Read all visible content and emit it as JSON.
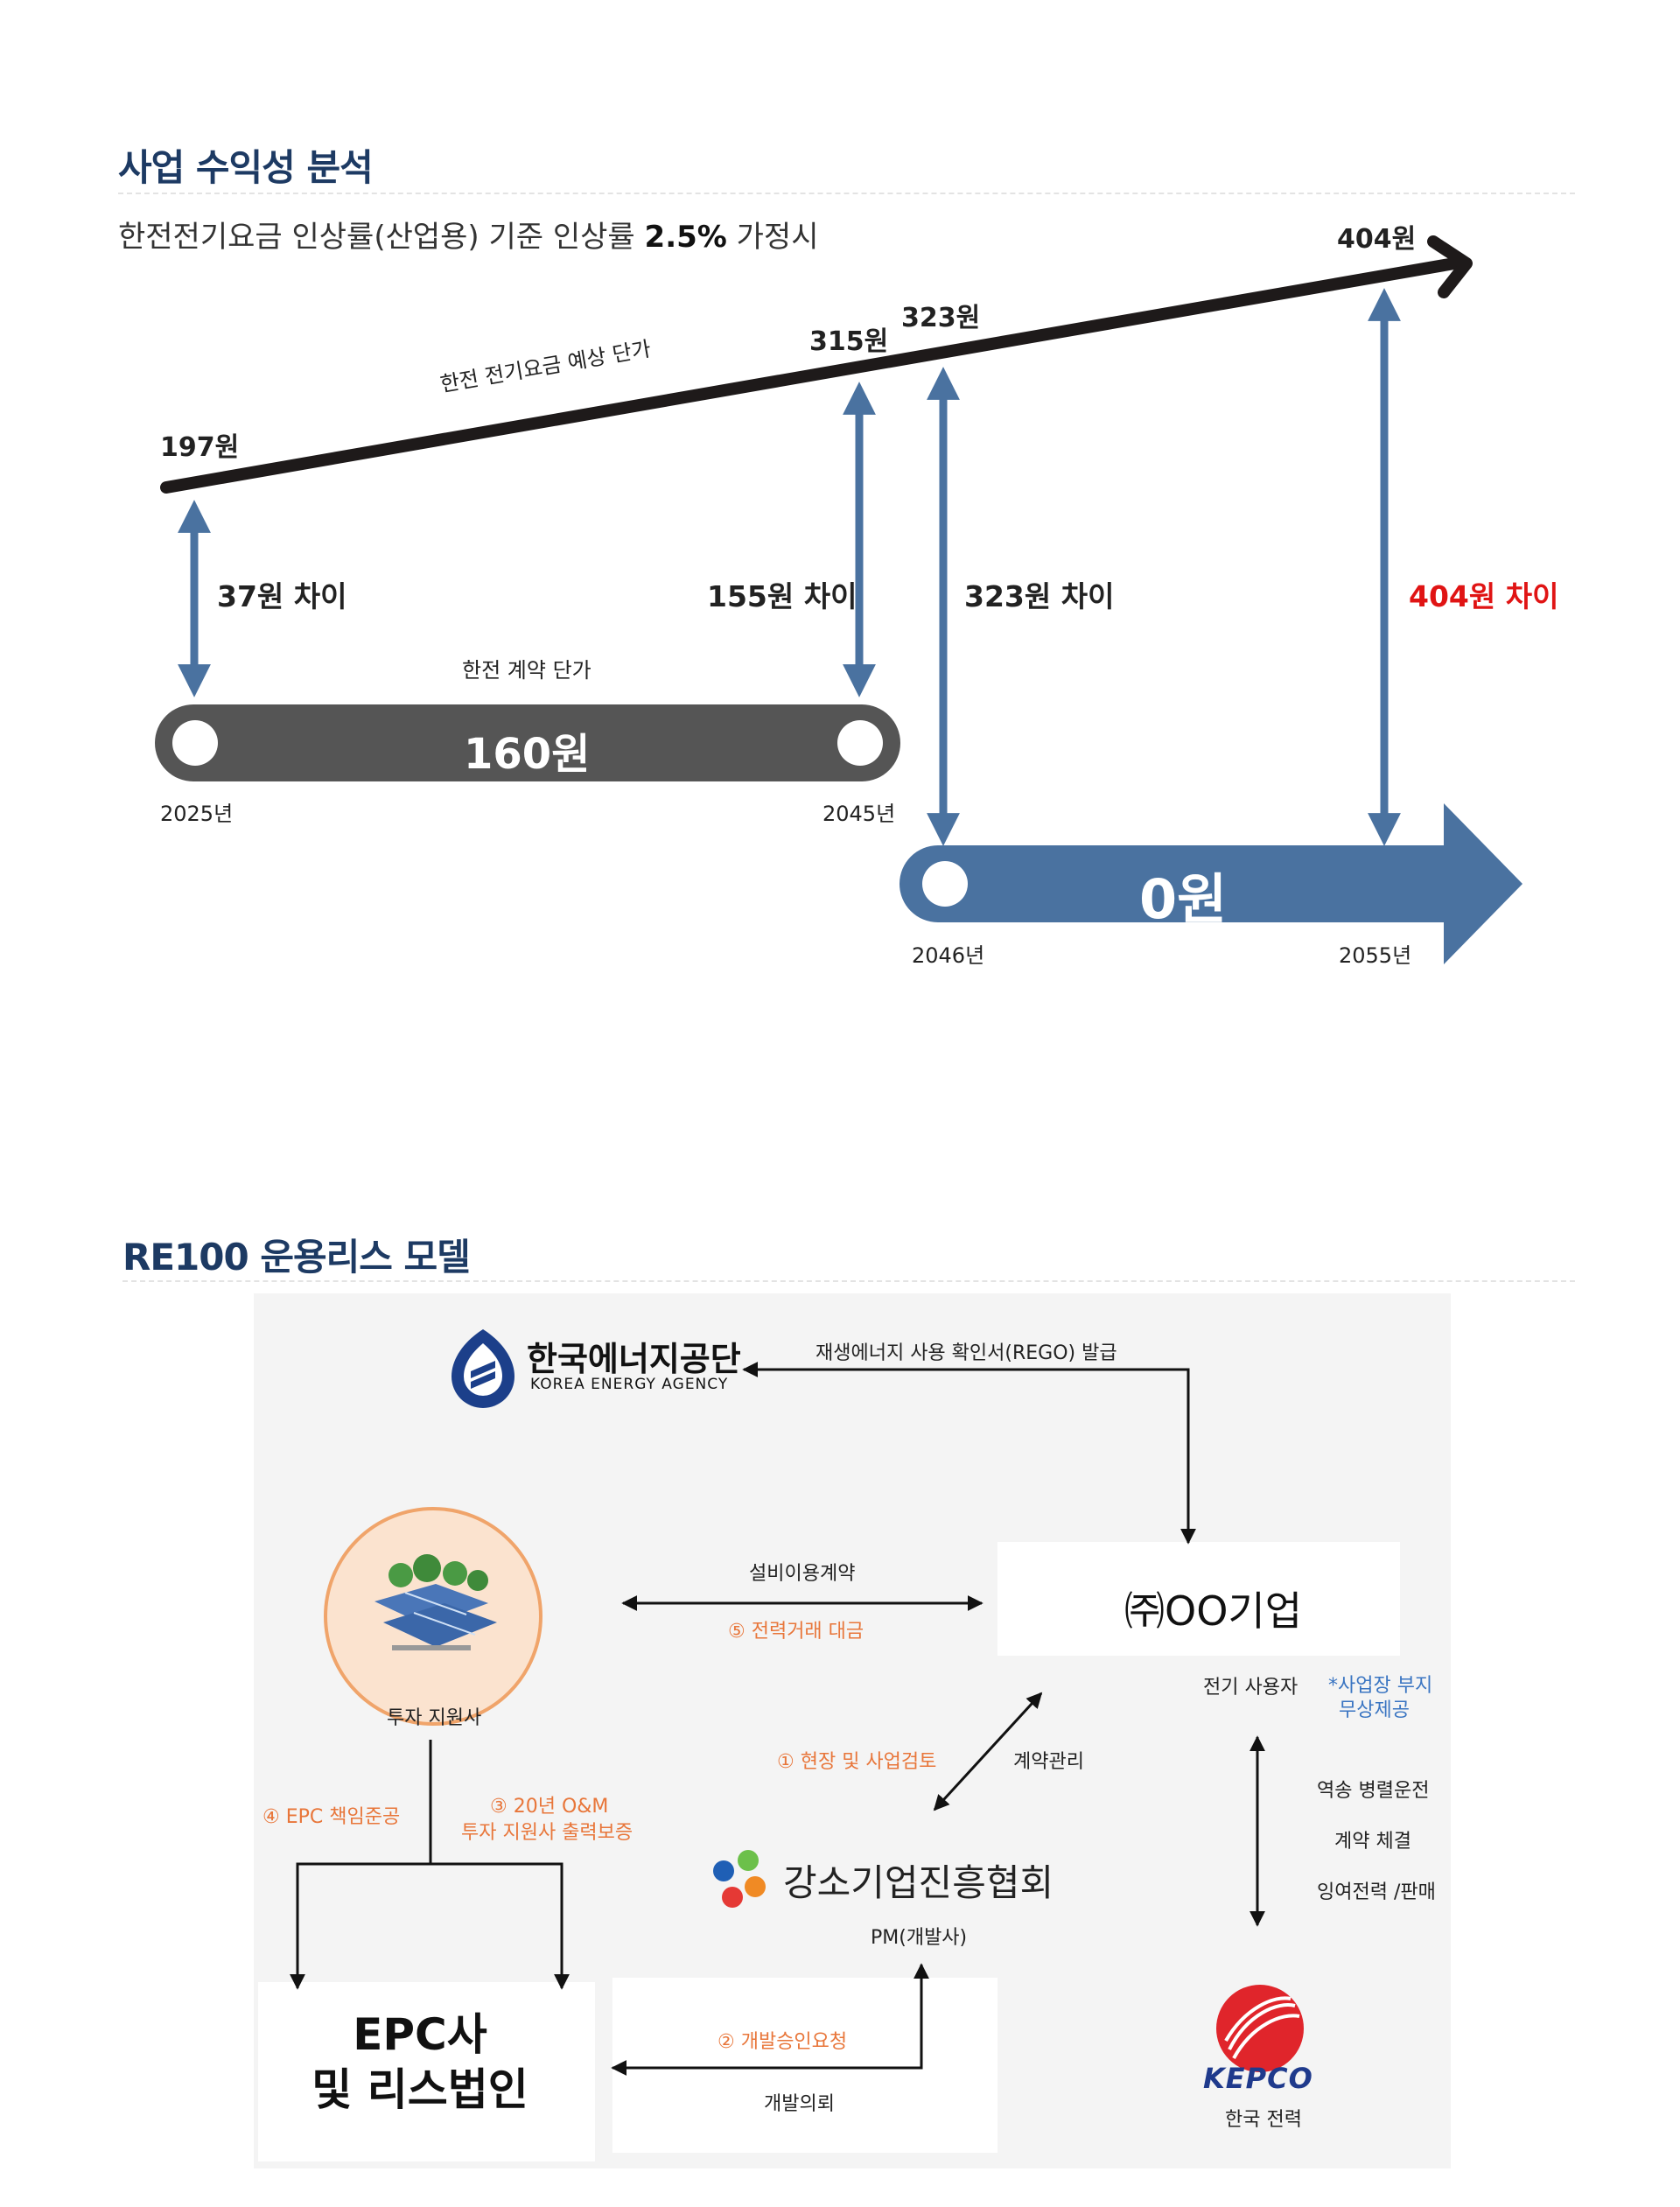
{
  "section1": {
    "title": "사업 수익성 분석",
    "subtitle_pre": "한전전기요금 인상률(산업용) 기준 인상률 ",
    "subtitle_rate": "2.5%",
    "subtitle_post": " 가정시",
    "line_label": "한전 전기요금 예상 단가",
    "prices": {
      "p2025": "197원",
      "p2045": "315원",
      "p2046": "323원",
      "p2055": "404원"
    },
    "diffs": {
      "d1": "37원 차이",
      "d2": "155원 차이",
      "d3": "323원 차이",
      "d4": "404원 차이"
    },
    "contract_label": "한전 계약 단가",
    "contract_price": "160원",
    "after_price": "0원",
    "years": {
      "y1": "2025년",
      "y2": "2045년",
      "y3": "2046년",
      "y4": "2055년"
    },
    "colors": {
      "arrow_blue": "#4a72a0",
      "bar_gray": "#555555",
      "accent_red": "#e01414",
      "title_navy": "#1d3a63"
    }
  },
  "section2": {
    "title": "RE100 운용리스 모델",
    "kea_name": "한국에너지공단",
    "kea_english": "KOREA ENERGY AGENCY",
    "rego": "재생에너지 사용 확인서(REGO) 발급",
    "investor": "투자 지원사",
    "facility_contract": "설비이용계약",
    "step5": "⑤ 전력거래 대금",
    "company": "㈜OO기업",
    "electric_user": "전기 사용자",
    "free_site_1": "*사업장 부지",
    "free_site_2": "무상제공",
    "step1": "① 현장 및 사업검토",
    "contract_mgmt": "계약관리",
    "step4": "④ EPC 책임준공",
    "step3_1": "③ 20년 O&M",
    "step3_2": "투자 지원사 출력보증",
    "association": "강소기업진흥협회",
    "pm": "PM(개발사)",
    "reverse_1": "역송 병렬운전",
    "reverse_2": "계약 체결",
    "reverse_3": "잉여전력 /판매",
    "epc_1": "EPC사",
    "epc_2": "및 리스법인",
    "step2": "② 개발승인요청",
    "dev_request": "개발의뢰",
    "kepco_logo": "KEPCO",
    "kepco": "한국 전력",
    "colors": {
      "orange": "#e8763a",
      "blue_note": "#3a75c2",
      "kepco_red": "#e0252b",
      "kepco_blue": "#1f3a8c"
    }
  }
}
